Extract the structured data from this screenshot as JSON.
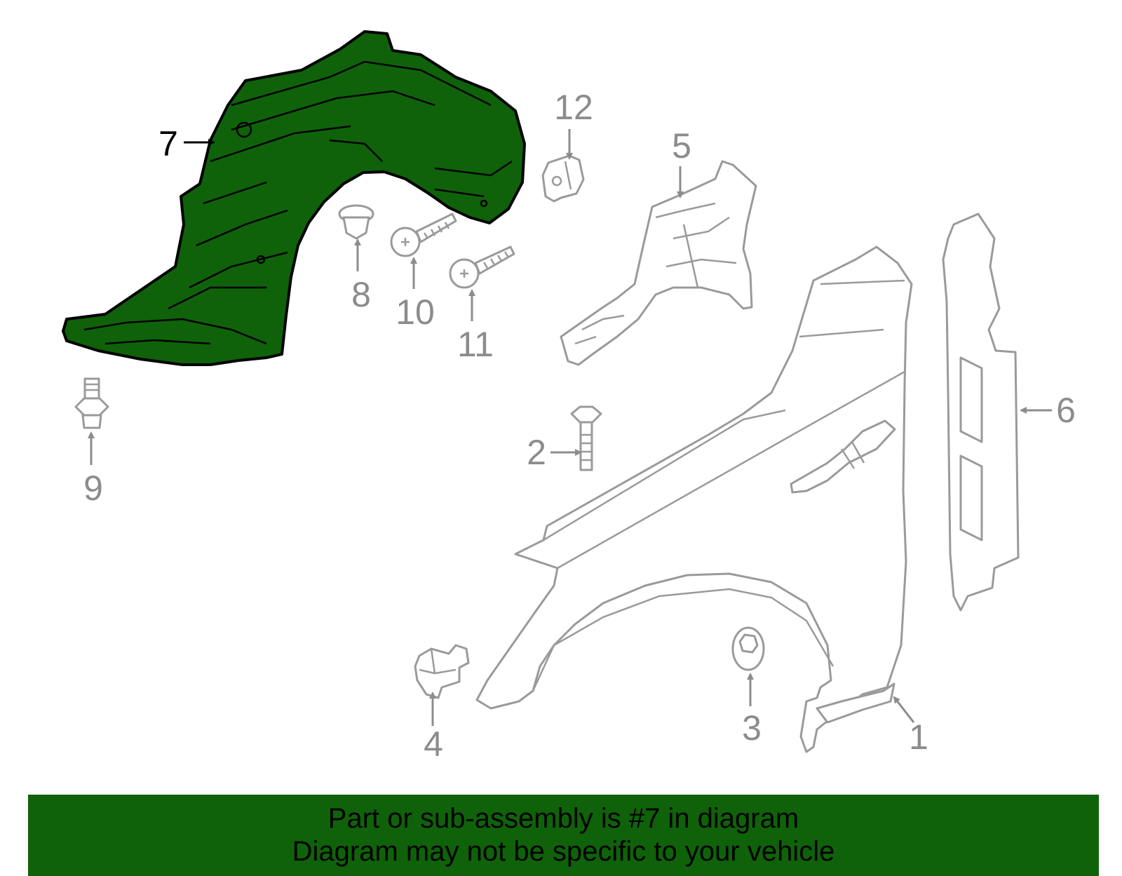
{
  "colors": {
    "highlight": "#0f6209",
    "banner": "#0f6209",
    "outline": "#9a9a9a",
    "callout_text": "#8c8c8c",
    "active_callout": "#000000"
  },
  "callouts": {
    "c1": "1",
    "c2": "2",
    "c3": "3",
    "c4": "4",
    "c5": "5",
    "c6": "6",
    "c7": "7",
    "c8": "8",
    "c9": "9",
    "c10": "10",
    "c11": "11",
    "c12": "12"
  },
  "highlighted_part": "7",
  "banner": {
    "line1": "Part or sub-assembly is #7 in diagram",
    "line2": "Diagram may not be specific to your vehicle"
  }
}
